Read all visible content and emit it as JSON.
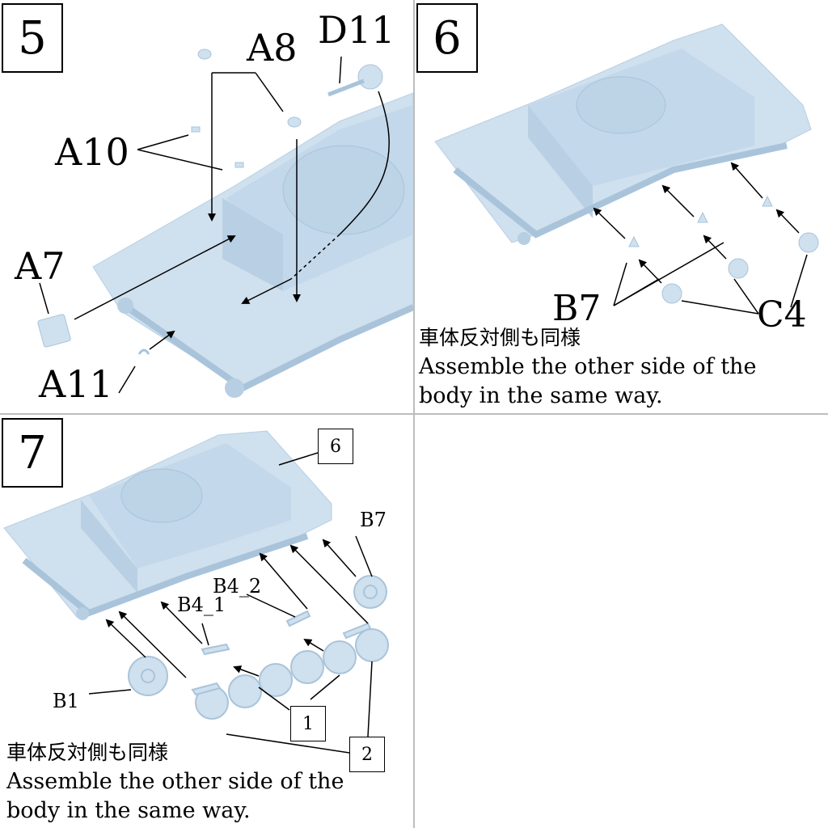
{
  "steps": [
    {
      "number": "5",
      "labels": {
        "a8": "A8",
        "d11": "D11",
        "a10": "A10",
        "a7": "A7",
        "a11": "A11"
      }
    },
    {
      "number": "6",
      "labels": {
        "b7": "B7",
        "c4": "C4"
      },
      "note_jp": "車体反対側も同様",
      "note_en_line1": "Assemble the other side of the",
      "note_en_line2": "body in the same way."
    },
    {
      "number": "7",
      "labels": {
        "b7": "B7",
        "b4_1": "B4_1",
        "b4_2": "B4_2",
        "b1": "B1"
      },
      "refs": {
        "ref6": "6",
        "ref1": "1",
        "ref2": "2"
      },
      "note_jp": "車体反対側も同様",
      "note_en_line1": "Assemble the other side of the",
      "note_en_line2": "body in the same way."
    }
  ],
  "colors": {
    "part": "#cfe0ee",
    "part_edge": "#a9c4da",
    "part_dark": "#b7cfe3",
    "grid": "#bdbdbd"
  }
}
